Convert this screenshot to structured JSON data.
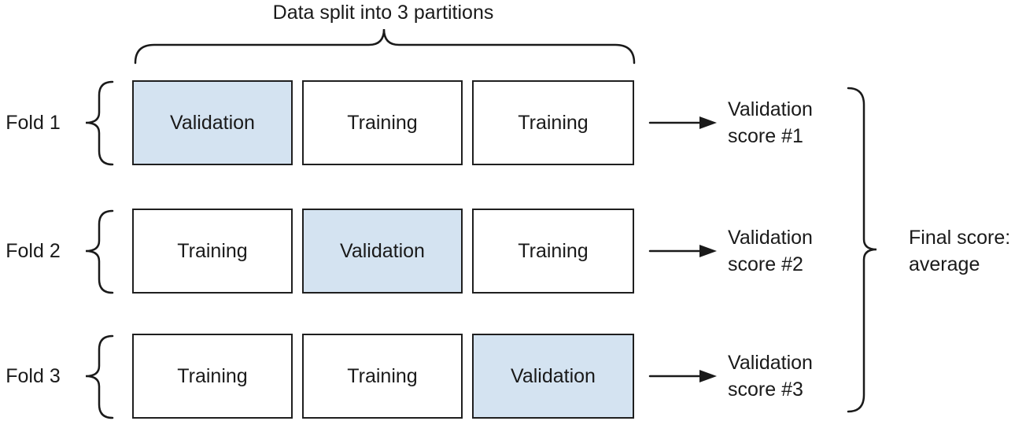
{
  "title": "Data split into 3 partitions",
  "colors": {
    "validation_fill": "#d4e3f1",
    "box_fill": "#ffffff",
    "box_border": "#1f1f1f",
    "line": "#1a1a1a",
    "text": "#1a1a1a"
  },
  "folds": [
    {
      "label": "Fold 1",
      "partitions": [
        "Validation",
        "Training",
        "Training"
      ],
      "validation_index": 0,
      "score": {
        "line1": "Validation",
        "line2": "score #1"
      }
    },
    {
      "label": "Fold 2",
      "partitions": [
        "Training",
        "Validation",
        "Training"
      ],
      "validation_index": 1,
      "score": {
        "line1": "Validation",
        "line2": "score #2"
      }
    },
    {
      "label": "Fold 3",
      "partitions": [
        "Training",
        "Training",
        "Validation"
      ],
      "validation_index": 2,
      "score": {
        "line1": "Validation",
        "line2": "score #3"
      }
    }
  ],
  "final": {
    "line1": "Final score:",
    "line2": "average"
  }
}
